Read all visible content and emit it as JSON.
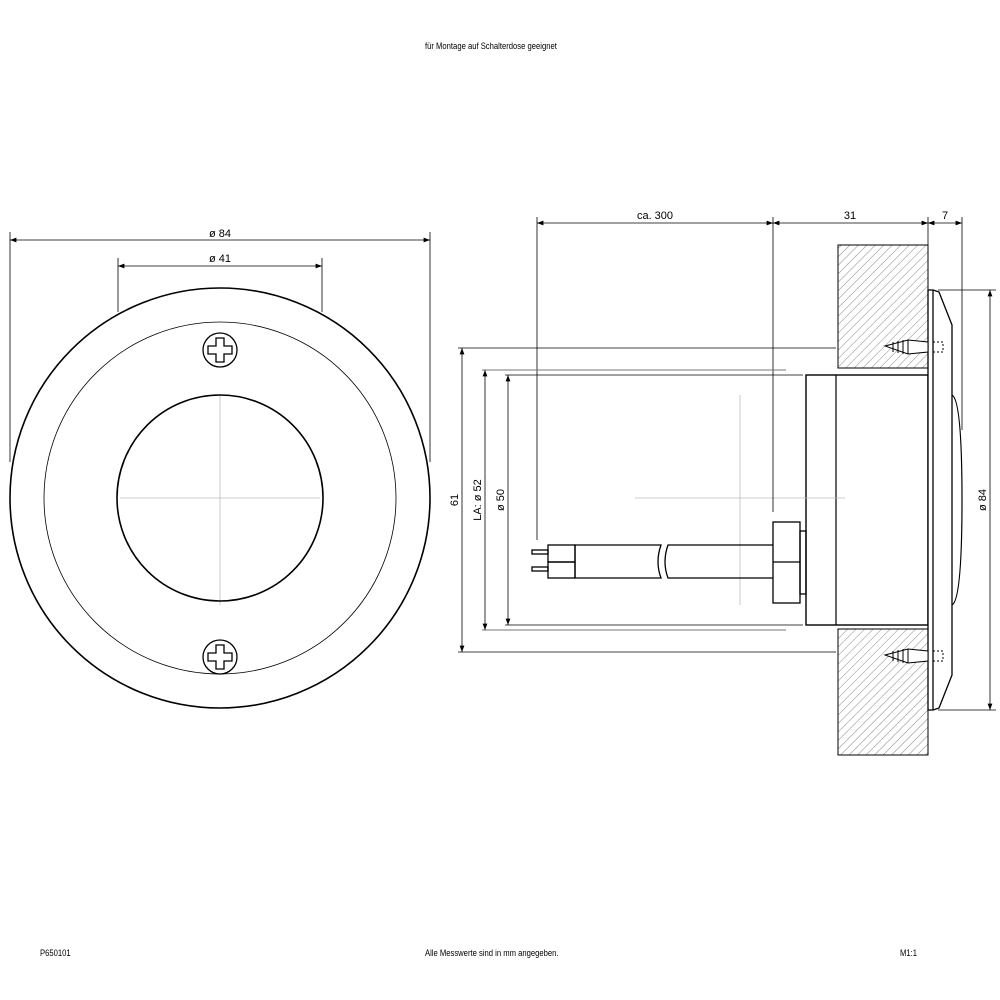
{
  "header": {
    "note": "für Montage auf Schalterdose geeignet"
  },
  "front_view": {
    "outer_diameter_label": "ø 84",
    "hole_diameter_label": "ø 41"
  },
  "side_view": {
    "cable_length_label": "ca. 300",
    "depth_label": "31",
    "cover_depth_label": "7",
    "height_label": "61",
    "cutout_label": "LA: ø 52",
    "body_diameter_label": "ø 50",
    "cover_diameter_label": "ø 84"
  },
  "footer": {
    "article_number": "P650101",
    "units_note": "Alle Messwerte sind in mm angegeben.",
    "scale": "M1:1"
  }
}
